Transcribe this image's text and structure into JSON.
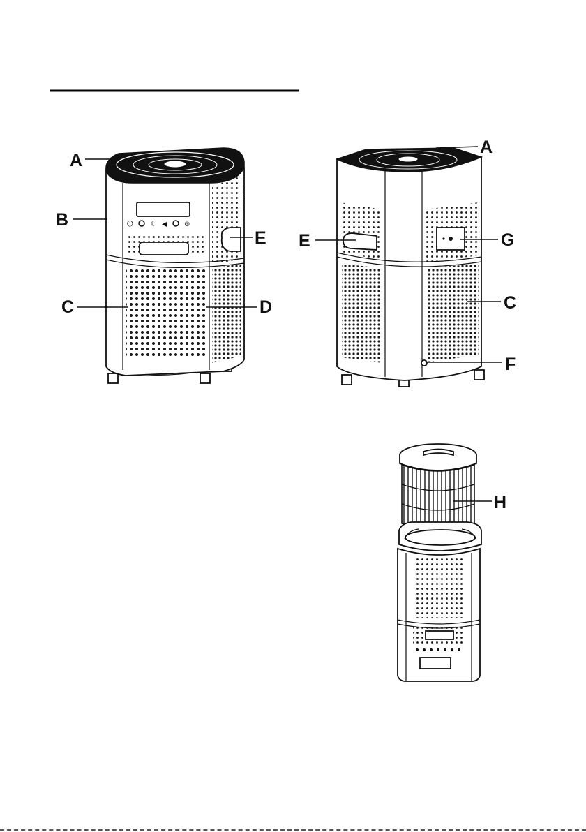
{
  "diagram": {
    "labels": {
      "a_front": "A",
      "b": "B",
      "e_front": "E",
      "c_front": "C",
      "d": "D",
      "a_back": "A",
      "e_back": "E",
      "g": "G",
      "c_back": "C",
      "f": "F",
      "h": "H"
    },
    "icons": [
      "power-icon",
      "mode-icon",
      "sleep-icon",
      "fan-icon",
      "timer-icon",
      "lock-icon"
    ],
    "colors": {
      "line": "#111111",
      "background": "#ffffff",
      "perforation": "#1a1a1a"
    }
  }
}
